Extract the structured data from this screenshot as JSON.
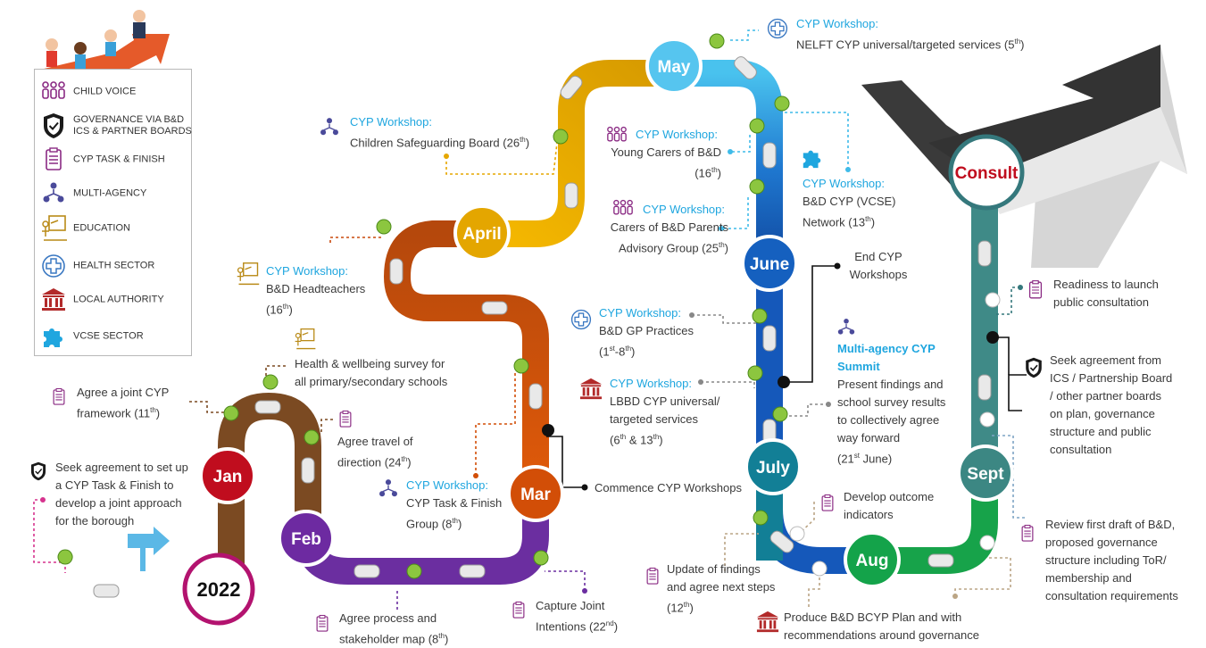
{
  "legend": {
    "items": [
      {
        "key": "child_voice",
        "label": "CHILD VOICE",
        "icon": "child-voice-icon"
      },
      {
        "key": "governance",
        "label": "GOVERNANCE VIA B&D ICS & PARTNER BOARDS",
        "line1": "GOVERNANCE VIA B&D",
        "line2": "ICS & PARTNER BOARDS",
        "icon": "shield-check-icon"
      },
      {
        "key": "task",
        "label": "CYP TASK & FINISH",
        "icon": "clipboard-icon"
      },
      {
        "key": "multi",
        "label": "MULTI-AGENCY",
        "icon": "multi-agency-icon"
      },
      {
        "key": "edu",
        "label": "EDUCATION",
        "icon": "education-icon"
      },
      {
        "key": "health",
        "label": "HEALTH SECTOR",
        "icon": "health-cross-icon"
      },
      {
        "key": "la",
        "label": "LOCAL AUTHORITY",
        "icon": "local-authority-icon"
      },
      {
        "key": "vcse",
        "label": "VCSE SECTOR",
        "icon": "puzzle-icon"
      }
    ]
  },
  "months": {
    "jan": "Jan",
    "feb": "Feb",
    "mar": "Mar",
    "april": "April",
    "may": "May",
    "june": "June",
    "july": "July",
    "aug": "Aug",
    "sept": "Sept"
  },
  "year": "2022",
  "consult": "Consult",
  "colors": {
    "magenta": "#b3136f",
    "brown": "#7a4a1f",
    "purple": "#6a2a9c",
    "orange": "#d24e07",
    "rust": "#b9420b",
    "gold": "#e6a700",
    "skyblue": "#3fbbe9",
    "blue": "#1457b9",
    "teal": "#12829a",
    "green": "#14a34a",
    "sage": "#3f8a87",
    "dark_teal": "#35787c",
    "heading": "#1fa6df"
  },
  "events": {
    "seek_agreement": {
      "l1": "Seek agreement to set up",
      "l2": "a CYP Task & Finish to",
      "l3": "develop a joint approach",
      "l4": "for the borough"
    },
    "agree_framework": {
      "l1": "Agree a joint CYP",
      "l2": "framework (11",
      "sup": "th",
      ")": ")"
    },
    "health_survey": {
      "l1": "Health & wellbeing survey for",
      "l2": "all primary/secondary schools"
    },
    "travel": {
      "l1": "Agree travel of",
      "l2": "direction (24",
      "sup": "th"
    },
    "headteachers": {
      "head": "CYP Workshop:",
      "l2": "B&D Headteachers",
      "l3": "(16",
      "sup": "th"
    },
    "safeguarding": {
      "head": "CYP Workshop:",
      "l2": "Children Safeguarding Board (26",
      "sup": "th"
    },
    "task_group": {
      "head": "CYP Workshop:",
      "l2": "CYP Task & Finish",
      "l3": "Group (8",
      "sup": "th"
    },
    "commence": "Commence CYP Workshops",
    "process_map": {
      "l1": "Agree process and",
      "l2": "stakeholder map (8",
      "sup": "th"
    },
    "joint_intentions": {
      "l1": "Capture Joint",
      "l2": "Intentions (22",
      "sup": "nd"
    },
    "nelft": {
      "head": "CYP Workshop:",
      "l2": "NELFT CYP universal/targeted services (5",
      "sup": "th"
    },
    "young_carers": {
      "head": "CYP Workshop:",
      "l2": "Young Carers of B&D",
      "l3": "(16",
      "sup": "th"
    },
    "vcse_network": {
      "head": "CYP Workshop:",
      "l2": "B&D CYP (VCSE)",
      "l3": "Network (13",
      "sup": "th"
    },
    "carers_parents": {
      "head": "CYP Workshop:",
      "l2": "Carers of B&D Parents",
      "l3": "Advisory Group (25",
      "sup": "th"
    },
    "end_workshops": {
      "l1": "End CYP",
      "l2": "Workshops"
    },
    "gp": {
      "head": "CYP Workshop:",
      "l2": "B&D GP Practices",
      "l3a": "(1",
      "sup1": "st",
      "l3b": "-8",
      "sup2": "th"
    },
    "lbbd": {
      "head": "CYP Workshop:",
      "l2": "LBBD CYP universal/",
      "l3": "targeted services",
      "l4a": "(6",
      "sup1": "th",
      "l4b": " & 13",
      "sup2": "th"
    },
    "summit": {
      "head1": "Multi-agency CYP",
      "head2": "Summit",
      "l3": "Present findings and",
      "l4": "school survey results",
      "l5": "to collectively agree",
      "l6": "way forward",
      "l7a": "(21",
      "sup": "st",
      "l7b": " June)"
    },
    "outcome": {
      "l1": "Develop outcome",
      "l2": "indicators"
    },
    "update": {
      "l1": "Update of findings",
      "l2": "and agree next steps",
      "l3": "(12",
      "sup": "th"
    },
    "plan": {
      "l1": "Produce B&D BCYP Plan and with",
      "l2": "recommendations around governance"
    },
    "readiness": {
      "l1": "Readiness to launch",
      "l2": "public consultation"
    },
    "seek_ics": {
      "l1": "Seek agreement from",
      "l2": "ICS / Partnership Board",
      "l3": "/ other partner boards",
      "l4": "on plan, governance",
      "l5": "structure and public",
      "l6": "consultation"
    },
    "review": {
      "l1": "Review first draft of B&D,",
      "l2": "proposed governance",
      "l3": "structure including ToR/",
      "l4": "membership and",
      "l5": "consultation requirements"
    }
  }
}
